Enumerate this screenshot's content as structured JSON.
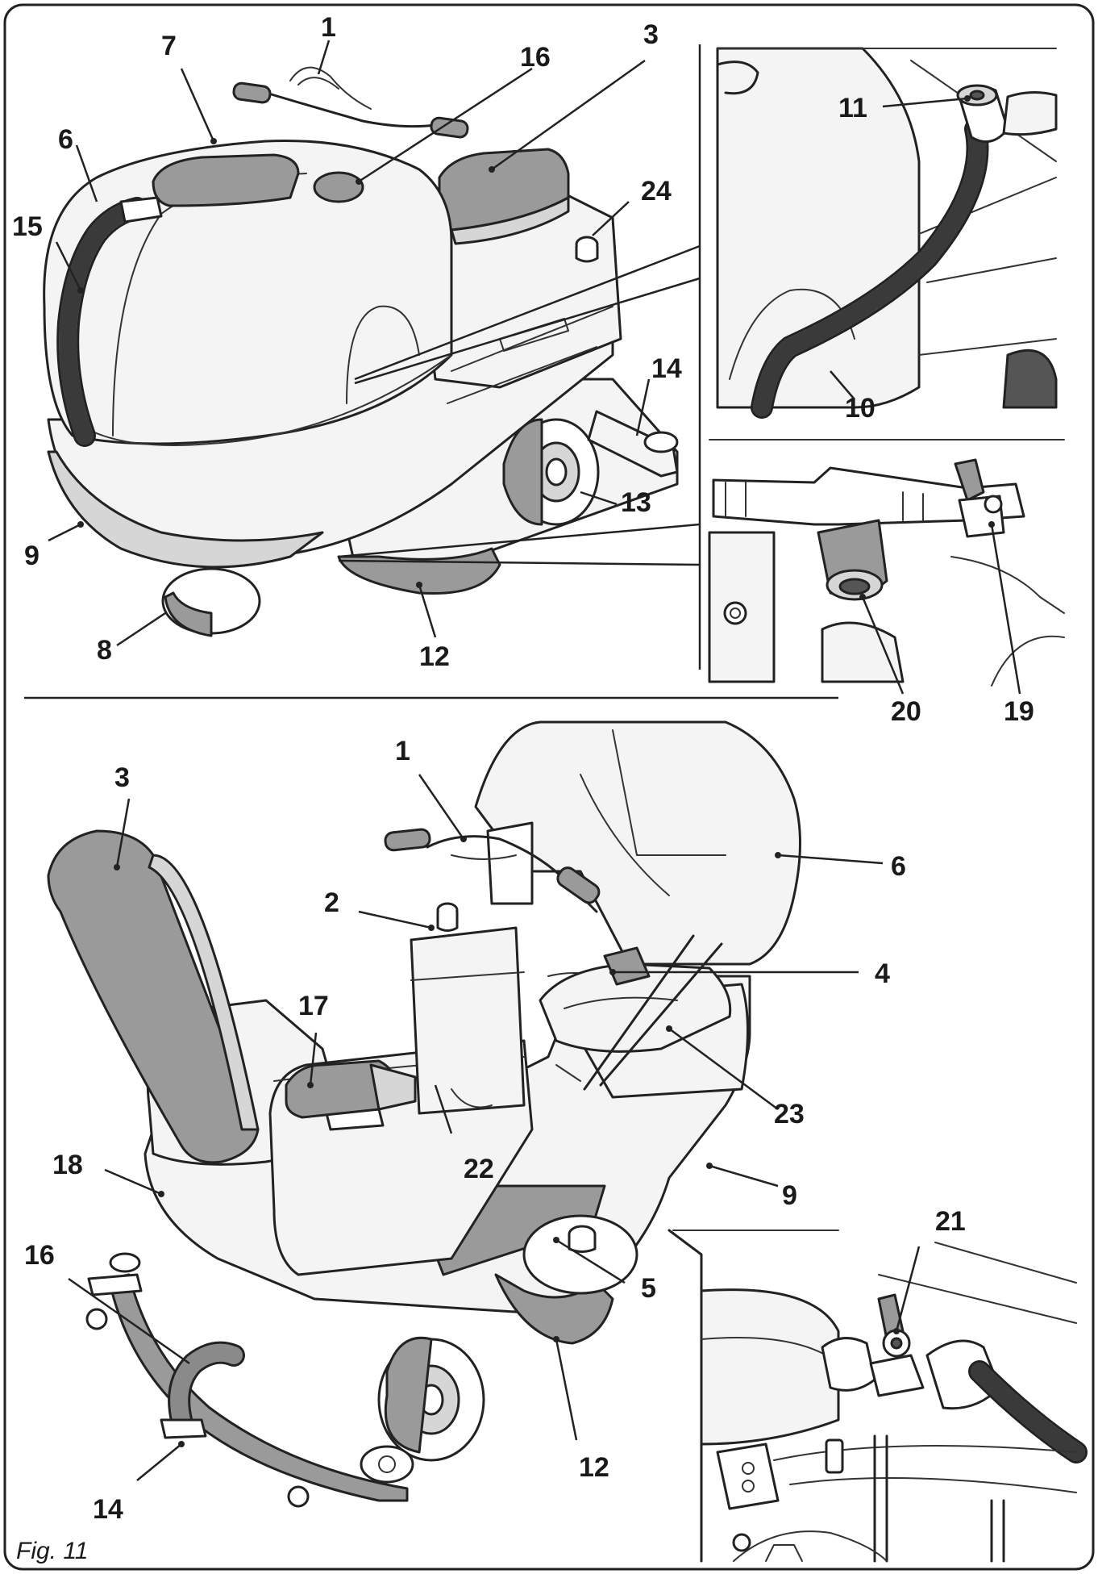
{
  "figure": {
    "caption": "Fig. 11"
  },
  "callouts": {
    "top_main": [
      {
        "id": "1",
        "label": "1"
      },
      {
        "id": "7",
        "label": "7"
      },
      {
        "id": "16",
        "label": "16"
      },
      {
        "id": "3",
        "label": "3"
      },
      {
        "id": "6",
        "label": "6"
      },
      {
        "id": "24",
        "label": "24"
      },
      {
        "id": "15",
        "label": "15"
      },
      {
        "id": "14",
        "label": "14"
      },
      {
        "id": "13",
        "label": "13"
      },
      {
        "id": "9",
        "label": "9"
      },
      {
        "id": "8",
        "label": "8"
      },
      {
        "id": "12",
        "label": "12"
      }
    ],
    "top_right_detail": [
      {
        "id": "11",
        "label": "11"
      },
      {
        "id": "10",
        "label": "10"
      }
    ],
    "mid_right_detail": [
      {
        "id": "20",
        "label": "20"
      },
      {
        "id": "19",
        "label": "19"
      }
    ],
    "bottom_main": [
      {
        "id": "3",
        "label": "3"
      },
      {
        "id": "1",
        "label": "1"
      },
      {
        "id": "6",
        "label": "6"
      },
      {
        "id": "2",
        "label": "2"
      },
      {
        "id": "4",
        "label": "4"
      },
      {
        "id": "17",
        "label": "17"
      },
      {
        "id": "23",
        "label": "23"
      },
      {
        "id": "18",
        "label": "18"
      },
      {
        "id": "22",
        "label": "22"
      },
      {
        "id": "9",
        "label": "9"
      },
      {
        "id": "16",
        "label": "16"
      },
      {
        "id": "5",
        "label": "5"
      },
      {
        "id": "12",
        "label": "12"
      },
      {
        "id": "14",
        "label": "14"
      }
    ],
    "bottom_right_detail": [
      {
        "id": "21",
        "label": "21"
      }
    ]
  },
  "colors": {
    "line": "#222222",
    "grey_part": "#9a9a9a",
    "body": "#f4f4f4"
  }
}
